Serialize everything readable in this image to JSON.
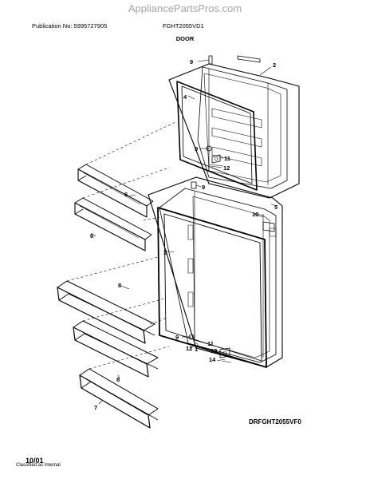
{
  "watermark": "AppliancePartsPros.com",
  "header": {
    "publication": "Publication No: 5995727905",
    "model": "FGHT2055VD1",
    "section": "DOOR"
  },
  "diagram_code": "DRFGHT2055VF0",
  "footer": {
    "page_number": "10/01",
    "classified": "Classified as Internal"
  },
  "callouts": {
    "c1": "1",
    "c2": "2",
    "c3": "3",
    "c4": "4",
    "c5": "5",
    "c6a": "6",
    "c6b": "6",
    "c7": "7",
    "c8a": "8",
    "c8b": "8",
    "c9a": "9",
    "c9b": "9",
    "c9c": "9",
    "c9d": "9",
    "c10": "10",
    "c11a": "11",
    "c11b": "11",
    "c12a": "12",
    "c12b": "12",
    "c13": "13",
    "c14": "14"
  }
}
